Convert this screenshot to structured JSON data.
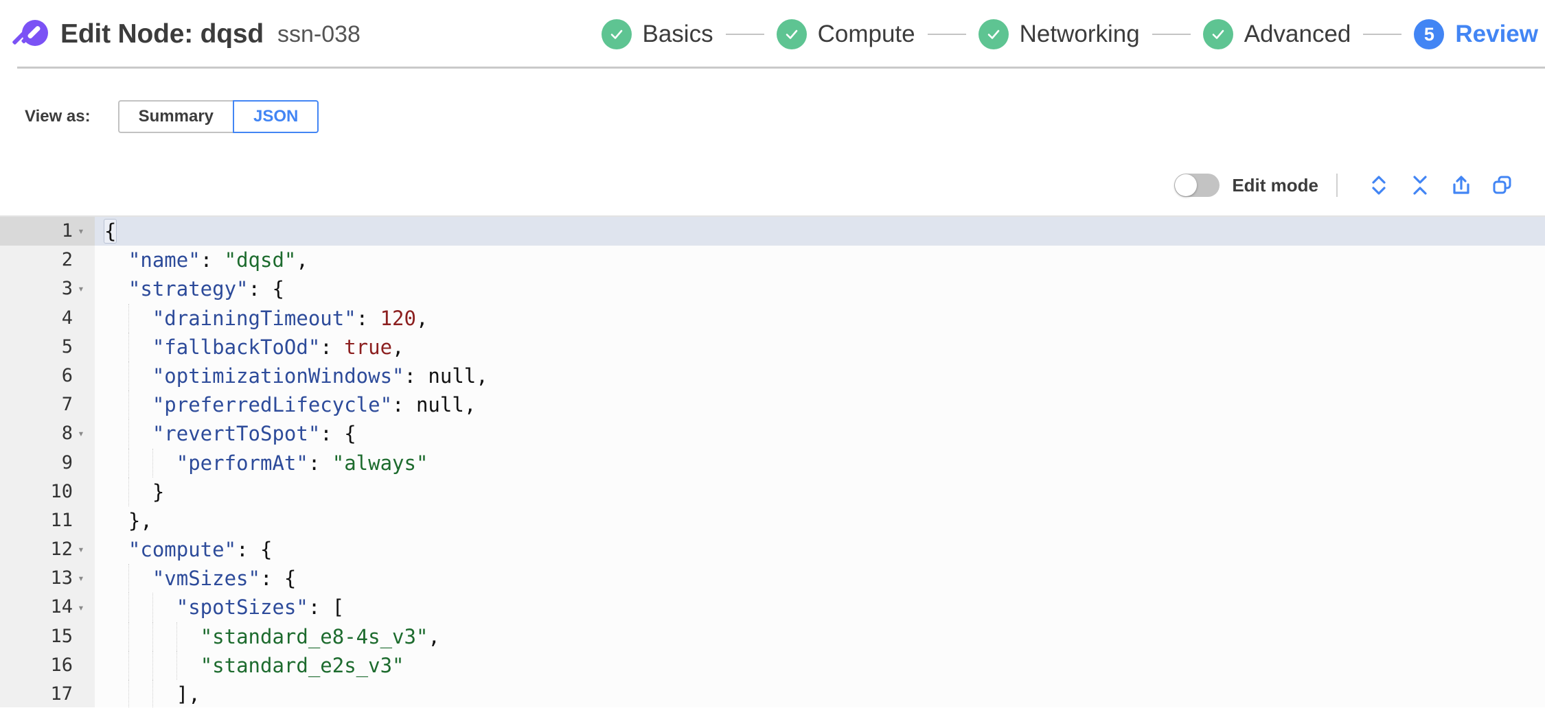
{
  "header": {
    "logo_icon": "spot-comet-logo-icon",
    "title": "Edit Node: dqsd",
    "subtitle": "ssn-038",
    "steps": [
      {
        "label": "Basics",
        "state": "done",
        "badge": "check-icon"
      },
      {
        "label": "Compute",
        "state": "done",
        "badge": "check-icon"
      },
      {
        "label": "Networking",
        "state": "done",
        "badge": "check-icon"
      },
      {
        "label": "Advanced",
        "state": "done",
        "badge": "check-icon"
      },
      {
        "label": "Review",
        "state": "active",
        "badge": "5"
      }
    ]
  },
  "view_as": {
    "label": "View as:",
    "options": [
      {
        "label": "Summary",
        "selected": false
      },
      {
        "label": "JSON",
        "selected": true
      }
    ]
  },
  "toolbar": {
    "edit_mode_label": "Edit mode",
    "edit_mode_on": false,
    "icons": [
      {
        "name": "expand-all-icon",
        "title": "Expand all"
      },
      {
        "name": "collapse-all-icon",
        "title": "Collapse all"
      },
      {
        "name": "share-export-icon",
        "title": "Export"
      },
      {
        "name": "copy-icon",
        "title": "Copy"
      }
    ]
  },
  "colors": {
    "brand_purple": "#7b52f5",
    "accent_blue": "#4285f4",
    "step_green": "#5ec492",
    "json_key": "#2d4b9a",
    "json_string": "#1d6b2e",
    "json_number": "#8c2020",
    "active_line": "#dfe4ee"
  },
  "editor": {
    "active_line": 1,
    "lines": [
      {
        "n": 1,
        "fold": true,
        "indent": 0,
        "tokens": [
          {
            "t": "punct",
            "v": "{",
            "hl": true
          }
        ]
      },
      {
        "n": 2,
        "fold": false,
        "indent": 1,
        "tokens": [
          {
            "t": "key",
            "v": "\"name\""
          },
          {
            "t": "punct",
            "v": ": "
          },
          {
            "t": "str",
            "v": "\"dqsd\""
          },
          {
            "t": "punct",
            "v": ","
          }
        ]
      },
      {
        "n": 3,
        "fold": true,
        "indent": 1,
        "tokens": [
          {
            "t": "key",
            "v": "\"strategy\""
          },
          {
            "t": "punct",
            "v": ": {"
          }
        ]
      },
      {
        "n": 4,
        "fold": false,
        "indent": 2,
        "tokens": [
          {
            "t": "key",
            "v": "\"drainingTimeout\""
          },
          {
            "t": "punct",
            "v": ": "
          },
          {
            "t": "num",
            "v": "120"
          },
          {
            "t": "punct",
            "v": ","
          }
        ]
      },
      {
        "n": 5,
        "fold": false,
        "indent": 2,
        "tokens": [
          {
            "t": "key",
            "v": "\"fallbackToOd\""
          },
          {
            "t": "punct",
            "v": ": "
          },
          {
            "t": "bool",
            "v": "true"
          },
          {
            "t": "punct",
            "v": ","
          }
        ]
      },
      {
        "n": 6,
        "fold": false,
        "indent": 2,
        "tokens": [
          {
            "t": "key",
            "v": "\"optimizationWindows\""
          },
          {
            "t": "punct",
            "v": ": "
          },
          {
            "t": "null",
            "v": "null"
          },
          {
            "t": "punct",
            "v": ","
          }
        ]
      },
      {
        "n": 7,
        "fold": false,
        "indent": 2,
        "tokens": [
          {
            "t": "key",
            "v": "\"preferredLifecycle\""
          },
          {
            "t": "punct",
            "v": ": "
          },
          {
            "t": "null",
            "v": "null"
          },
          {
            "t": "punct",
            "v": ","
          }
        ]
      },
      {
        "n": 8,
        "fold": true,
        "indent": 2,
        "tokens": [
          {
            "t": "key",
            "v": "\"revertToSpot\""
          },
          {
            "t": "punct",
            "v": ": {"
          }
        ]
      },
      {
        "n": 9,
        "fold": false,
        "indent": 3,
        "tokens": [
          {
            "t": "key",
            "v": "\"performAt\""
          },
          {
            "t": "punct",
            "v": ": "
          },
          {
            "t": "str",
            "v": "\"always\""
          }
        ]
      },
      {
        "n": 10,
        "fold": false,
        "indent": 2,
        "tokens": [
          {
            "t": "punct",
            "v": "}"
          }
        ]
      },
      {
        "n": 11,
        "fold": false,
        "indent": 1,
        "tokens": [
          {
            "t": "punct",
            "v": "},"
          }
        ]
      },
      {
        "n": 12,
        "fold": true,
        "indent": 1,
        "tokens": [
          {
            "t": "key",
            "v": "\"compute\""
          },
          {
            "t": "punct",
            "v": ": {"
          }
        ]
      },
      {
        "n": 13,
        "fold": true,
        "indent": 2,
        "tokens": [
          {
            "t": "key",
            "v": "\"vmSizes\""
          },
          {
            "t": "punct",
            "v": ": {"
          }
        ]
      },
      {
        "n": 14,
        "fold": true,
        "indent": 3,
        "tokens": [
          {
            "t": "key",
            "v": "\"spotSizes\""
          },
          {
            "t": "punct",
            "v": ": ["
          }
        ]
      },
      {
        "n": 15,
        "fold": false,
        "indent": 4,
        "tokens": [
          {
            "t": "str",
            "v": "\"standard_e8-4s_v3\""
          },
          {
            "t": "punct",
            "v": ","
          }
        ]
      },
      {
        "n": 16,
        "fold": false,
        "indent": 4,
        "tokens": [
          {
            "t": "str",
            "v": "\"standard_e2s_v3\""
          }
        ]
      },
      {
        "n": 17,
        "fold": false,
        "indent": 3,
        "tokens": [
          {
            "t": "punct",
            "v": "],"
          }
        ]
      }
    ]
  }
}
